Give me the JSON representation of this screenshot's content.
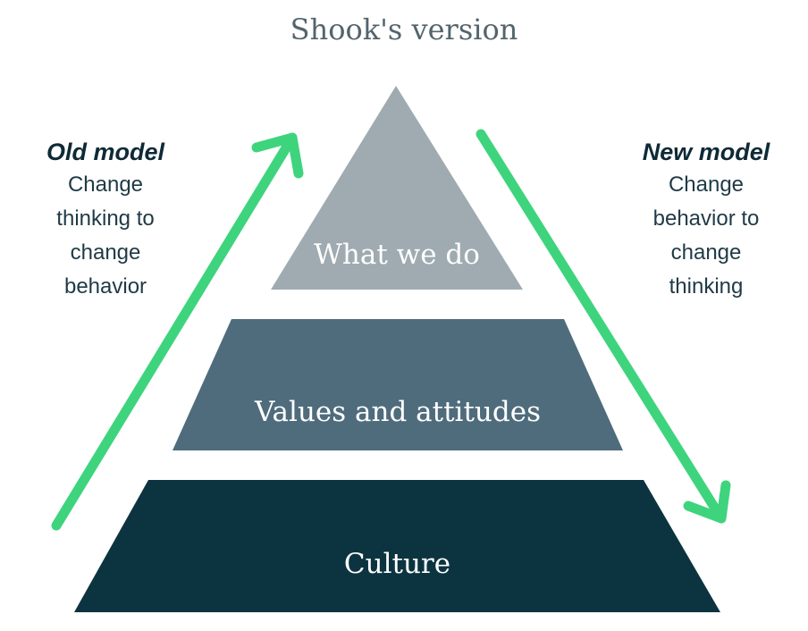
{
  "title": "Shook's version",
  "old_model": {
    "heading": "Old model",
    "lines": [
      "Change",
      "thinking to",
      "change",
      "behavior"
    ]
  },
  "new_model": {
    "heading": "New model",
    "lines": [
      "Change",
      "behavior to",
      "change",
      "thinking"
    ]
  },
  "pyramid": {
    "top": {
      "label": "What we do",
      "color": "#9fabb1"
    },
    "middle": {
      "label": "Values and attitudes",
      "color": "#4f6c7c"
    },
    "bottom": {
      "label": "Culture",
      "color": "#0c3440"
    }
  },
  "arrow_color": "#3ed47d"
}
